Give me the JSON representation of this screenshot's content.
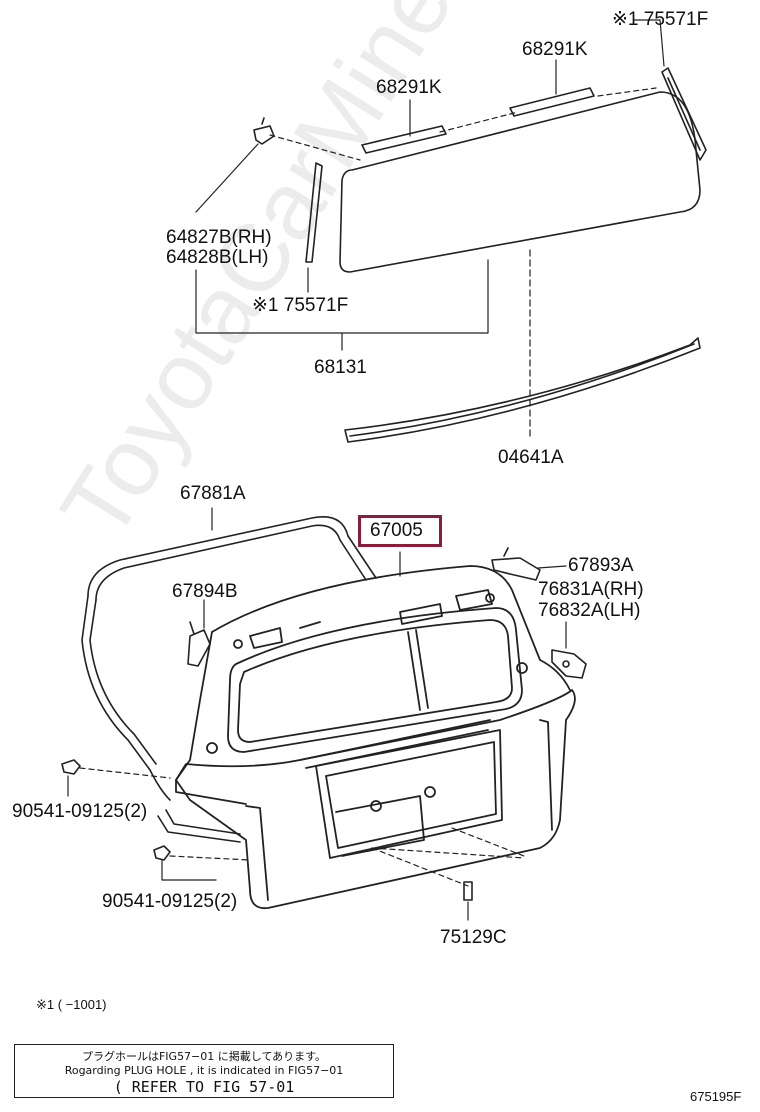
{
  "labels": {
    "l75571f_top": "※1 75571F",
    "l68291k_right": "68291K",
    "l68291k_left": "68291K",
    "l64827b": "64827B(RH)",
    "l64828b": "64828B(LH)",
    "l75571f_left": "※1 75571F",
    "l68131": "68131",
    "l04641a": "04641A",
    "l67881a": "67881A",
    "l67005": "67005",
    "l67893a": "67893A",
    "l76831a": "76831A(RH)",
    "l76832a": "76832A(LH)",
    "l67894b": "67894B",
    "l90541_a": "90541-09125(2)",
    "l90541_b": "90541-09125(2)",
    "l75129c": "75129C"
  },
  "footnote": "※1 (  −1001)",
  "note": {
    "line1": "プラグホールはFIG57−01 に掲載してあります。",
    "line2": "Rogarding PLUG HOLE , it is indicated in FIG57−01",
    "line3": "( REFER TO FIG 57-01"
  },
  "figure_number": "675195F",
  "watermark": "ToyotaCarMine.ru",
  "highlight_color": "#8c1c3c"
}
